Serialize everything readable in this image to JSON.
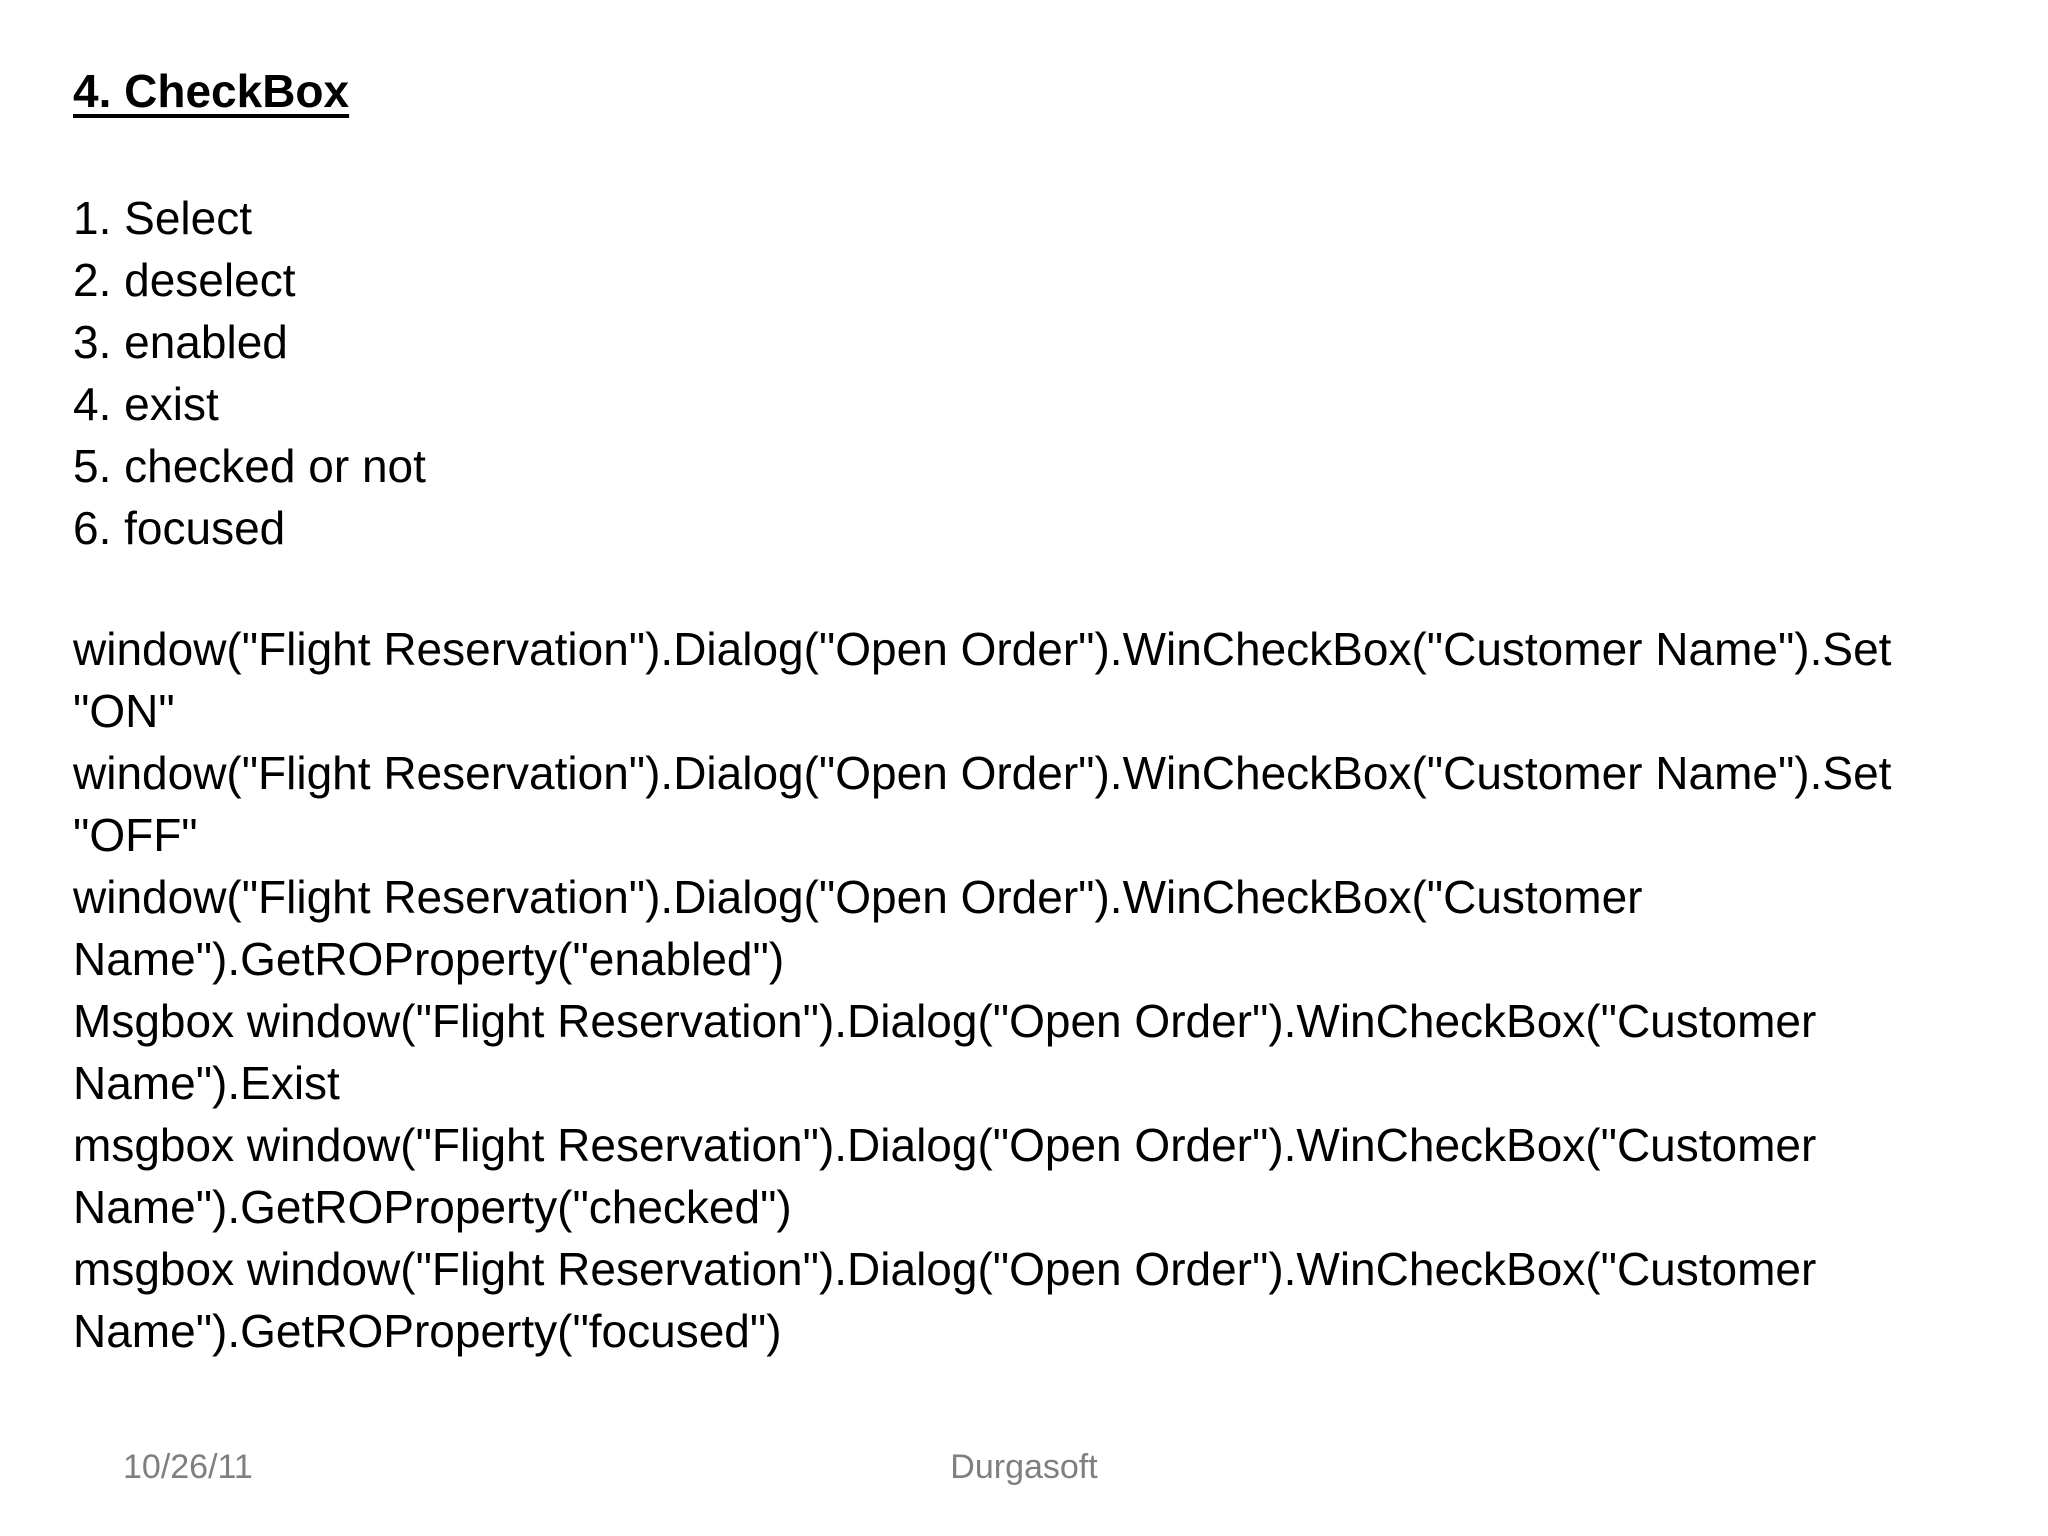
{
  "page": {
    "background_color": "#ffffff",
    "text_color": "#000000",
    "footer_color": "#7f7f7f"
  },
  "slide": {
    "title": "4. CheckBox",
    "list_items": [
      "1. Select",
      "2. deselect",
      "3. enabled",
      "4. exist",
      "5. checked or not",
      "6. focused"
    ],
    "code_lines": [
      "window(\"Flight Reservation\").Dialog(\"Open Order\").WinCheckBox(\"Customer Name\").Set",
      "\"ON\"",
      "window(\"Flight Reservation\").Dialog(\"Open Order\").WinCheckBox(\"Customer Name\").Set",
      "\"OFF\"",
      "window(\"Flight Reservation\").Dialog(\"Open Order\").WinCheckBox(\"Customer",
      "Name\").GetROProperty(\"enabled\")",
      "Msgbox window(\"Flight Reservation\").Dialog(\"Open Order\").WinCheckBox(\"Customer",
      "Name\").Exist",
      "msgbox window(\"Flight Reservation\").Dialog(\"Open Order\").WinCheckBox(\"Customer",
      "Name\").GetROProperty(\"checked\")",
      "msgbox window(\"Flight Reservation\").Dialog(\"Open Order\").WinCheckBox(\"Customer",
      "Name\").GetROProperty(\"focused\")"
    ],
    "footer": {
      "date": "10/26/11",
      "brand": "Durgasoft"
    }
  }
}
